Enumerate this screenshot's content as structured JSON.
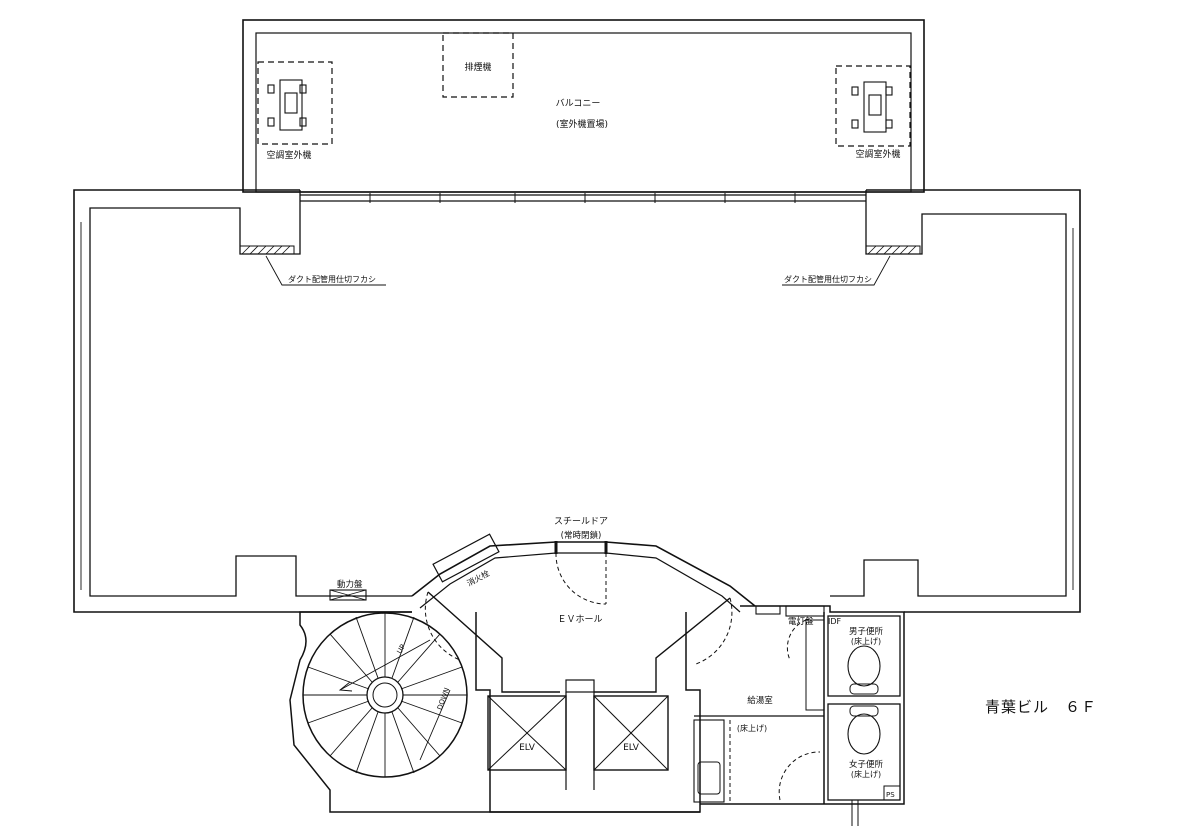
{
  "document": {
    "title": "青葉ビル　６Ｆ"
  },
  "balcony": {
    "name": "バルコニー",
    "note": "(室外機置場)",
    "smoke_vent": "排煙機",
    "ac_unit_left": "空調室外機",
    "ac_unit_right": "空調室外機"
  },
  "main_floor": {
    "duct_note_left": "ダクト配管用仕切フカシ",
    "duct_note_right": "ダクト配管用仕切フカシ"
  },
  "core": {
    "steel_door": "スチールドア",
    "steel_door_note": "(常時閉鎖)",
    "ev_hall": "ＥＶホール",
    "hydrant": "消火栓",
    "power_panel": "動力盤",
    "light_panel": "電灯盤",
    "idf": "IDF",
    "utility_room": "給湯室",
    "utility_floor_note": "(床上げ)",
    "mens_toilet": "男子便所",
    "mens_toilet_note": "(床上げ)",
    "womens_toilet": "女子便所",
    "womens_toilet_note": "(床上げ)",
    "ps": "PS",
    "elevator_1": "ELV",
    "elevator_2": "ELV",
    "stair_up": "UP",
    "stair_down": "DOWN"
  }
}
